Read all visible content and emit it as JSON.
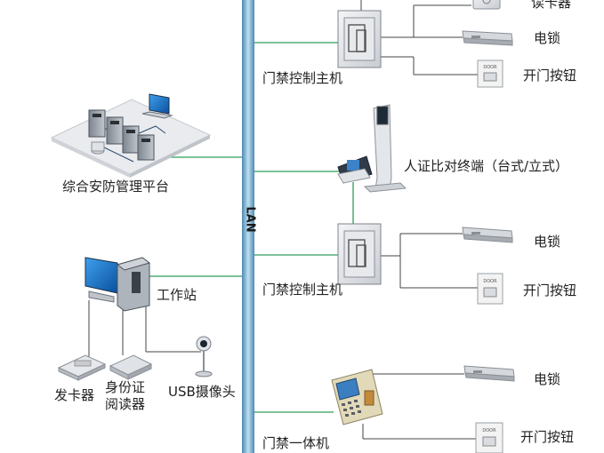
{
  "network": {
    "label": "LAN",
    "color": "#6fa8c9"
  },
  "links": {
    "green": "#2e9e5b",
    "dark": "#444444"
  },
  "nodes": {
    "reader_top": "读卡器",
    "controller_1": "门禁控制主机",
    "lock_1": "电锁",
    "button_1": "开门按钮",
    "platform": "综合安防管理平台",
    "face_terminal": "人证比对终端（台式/立式）",
    "controller_2": "门禁控制主机",
    "lock_2": "电锁",
    "button_2": "开门按钮",
    "workstation": "工作站",
    "card_issuer": "发卡器",
    "id_reader": "身份证\n阅读器",
    "usb_camera": "USB摄像头",
    "all_in_one": "门禁一体机",
    "lock_3": "电锁",
    "button_3": "开门按钮"
  },
  "button_face_text": "DOOR"
}
